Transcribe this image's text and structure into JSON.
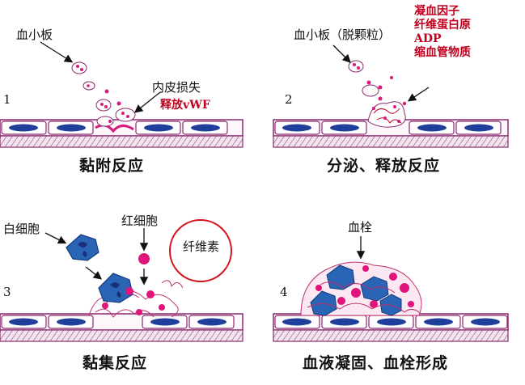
{
  "panel1": {
    "number": "1",
    "label_platelet": "血小板",
    "label_damage": "内皮损失",
    "label_release": "释放vWF",
    "caption": "黏附反应"
  },
  "panel2": {
    "number": "2",
    "label_platelet": "血小板（脱颗粒）",
    "factors": [
      "凝血因子",
      "纤维蛋白原",
      "ADP",
      "缩血管物质"
    ],
    "caption": "分泌、释放反应"
  },
  "panel3": {
    "number": "3",
    "label_wbc": "白细胞",
    "label_rbc": "红细胞",
    "label_fibrin": "纤维素",
    "caption": "黏集反应"
  },
  "panel4": {
    "number": "4",
    "label_thrombus": "血栓",
    "caption": "血液凝固、血栓形成"
  },
  "colors": {
    "vessel_outline": "#8a2a6e",
    "nucleus": "#1f3f9a",
    "platelet_granule": "#d81b7a",
    "red_cell": "#e0147a",
    "leukocyte": "#2a64b4",
    "annotation_red": "#c0001e"
  }
}
